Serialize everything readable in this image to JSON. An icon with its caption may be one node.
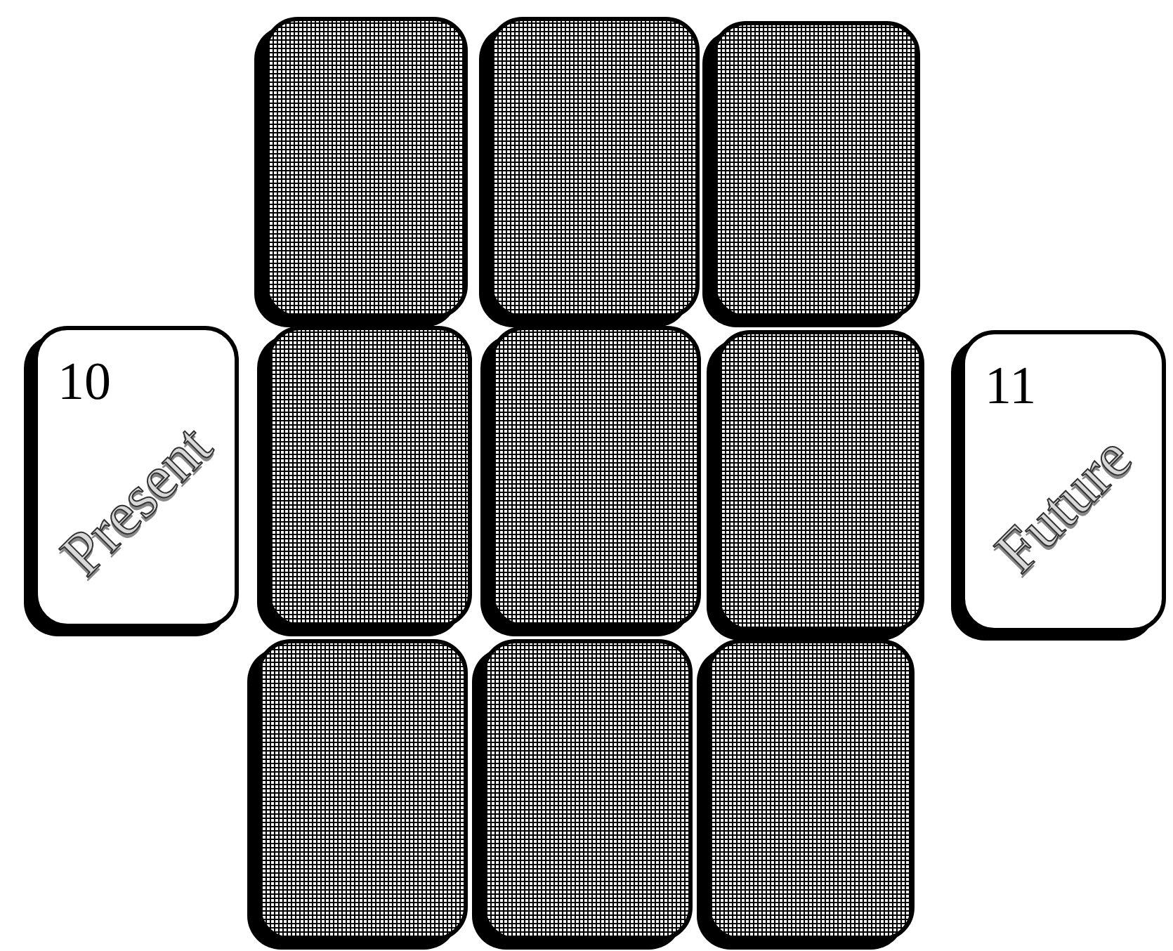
{
  "diagram": {
    "nodes": [
      {
        "text": [],
        "shape": "box"
      },
      {
        "text": [],
        "shape": "box"
      },
      {
        "text": [],
        "shape": "box"
      },
      {
        "text": [
          "10",
          "Present"
        ]
      },
      {
        "text": [],
        "shape": "box"
      },
      {
        "text": [],
        "shape": "box"
      },
      {
        "text": [],
        "shape": "box"
      },
      {
        "text": [
          "11",
          "Future"
        ]
      },
      {
        "text": [],
        "shape": "box"
      },
      {
        "text": [],
        "shape": "box"
      },
      {
        "text": [],
        "shape": "box"
      }
    ]
  }
}
